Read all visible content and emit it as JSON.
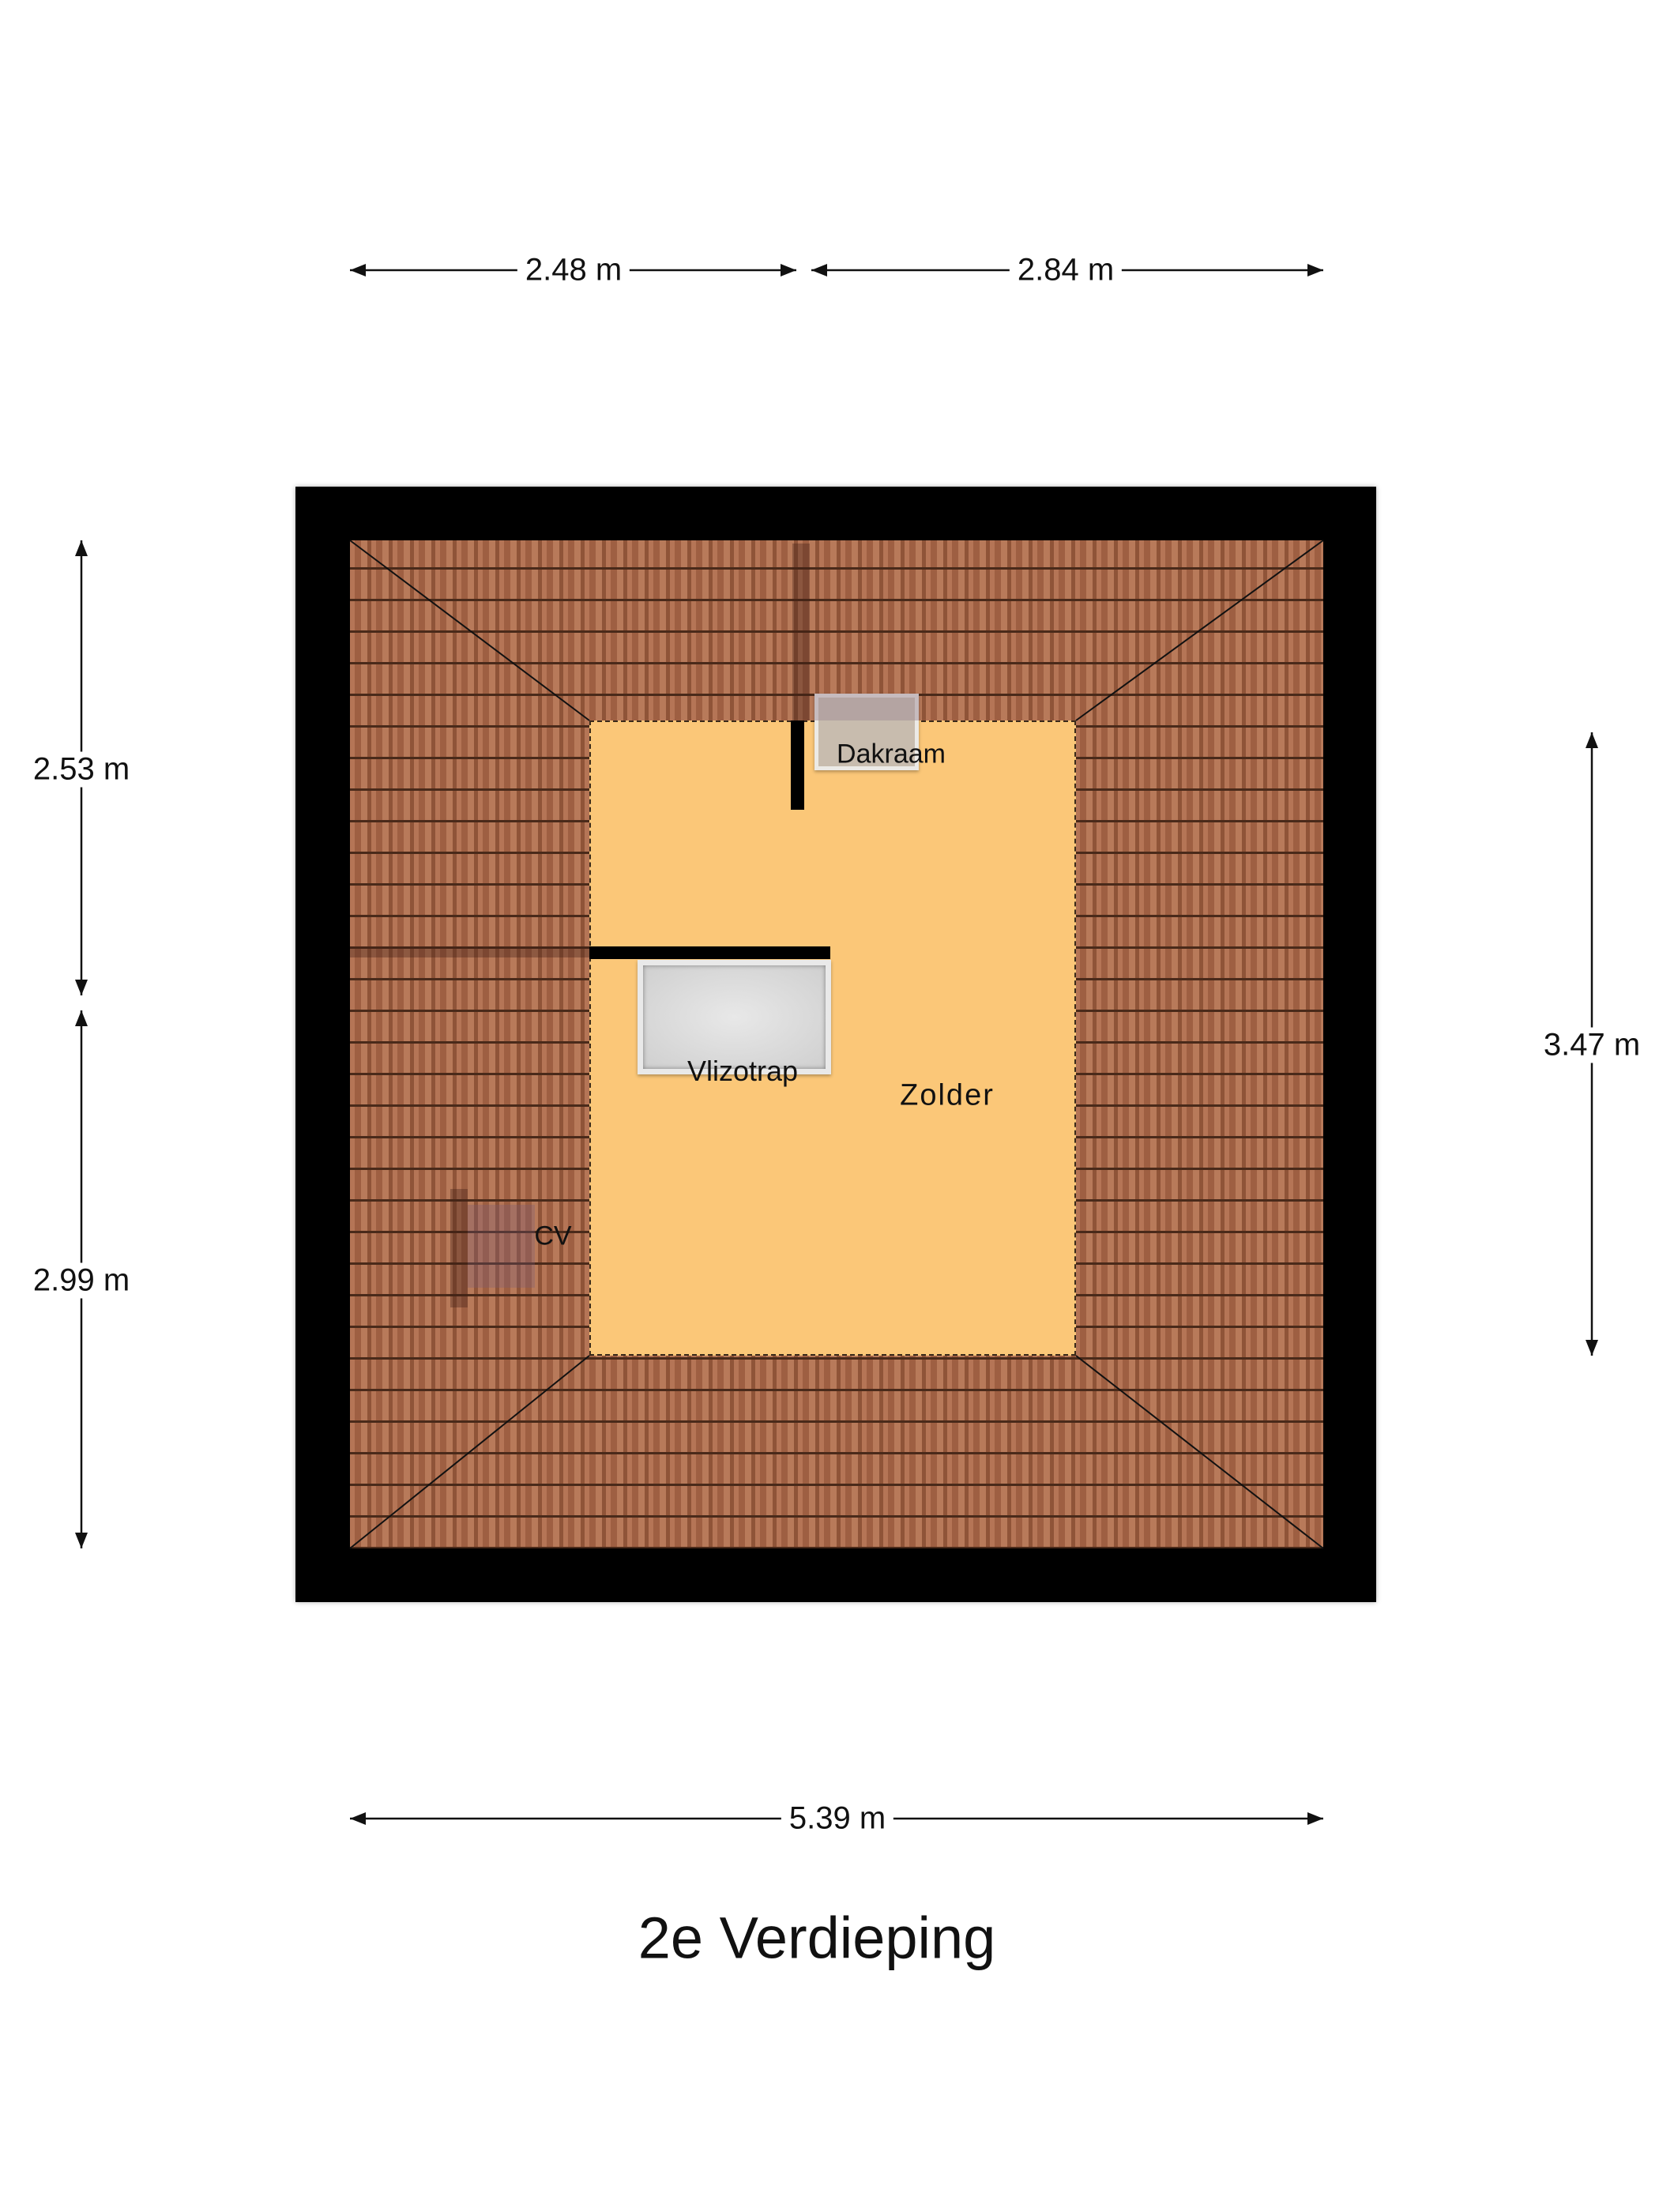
{
  "floor_title": "2e Verdieping",
  "rooms": {
    "main": "Zolder",
    "stair": "Vlizotrap",
    "skylight": "Dakraam",
    "heater": "CV"
  },
  "dimensions": {
    "top_left": "2.48 m",
    "top_right": "2.84 m",
    "left_upper": "2.53 m",
    "left_lower": "2.99 m",
    "right": "3.47 m",
    "bottom": "5.39 m"
  },
  "colors": {
    "attic_floor": "#fbc778",
    "roof_tiles": "#a8694a",
    "walls": "#000000"
  }
}
